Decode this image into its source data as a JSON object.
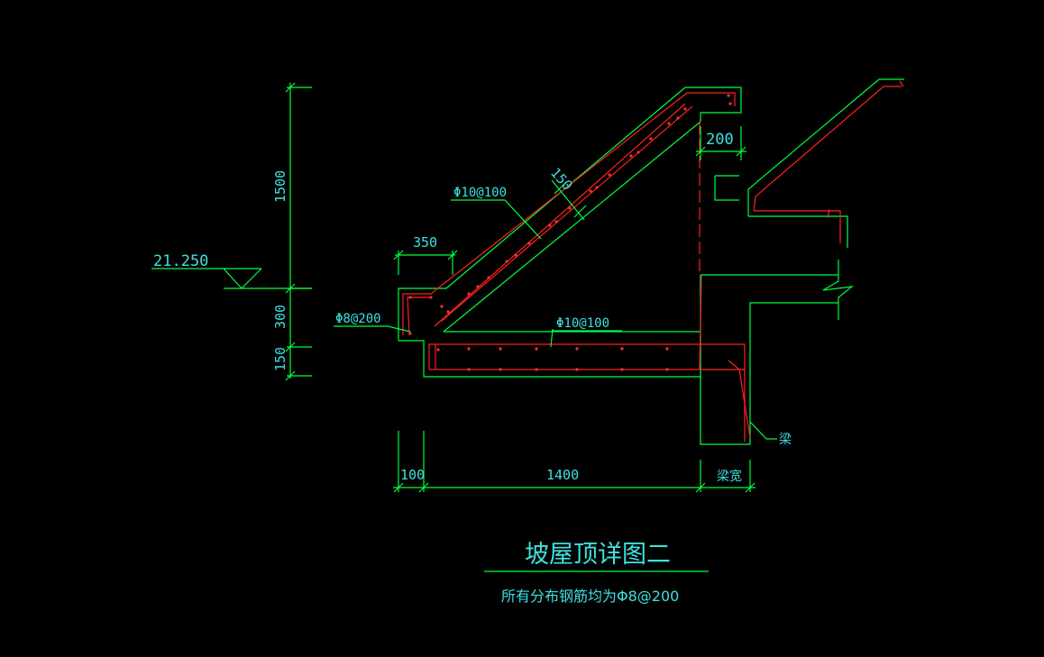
{
  "drawing": {
    "title": "坡屋顶详图二",
    "note": "所有分布钢筋均为Φ8@200",
    "elevation": "21.250",
    "dims": {
      "d1500": "1500",
      "d300": "300",
      "d150v": "150",
      "d350": "350",
      "d150s": "150",
      "d200": "200",
      "d100": "100",
      "d1400": "1400",
      "beam_width": "梁宽"
    },
    "rebar": {
      "slope": "Φ10@100",
      "bottom": "Φ10@100",
      "edge": "Φ8@200"
    },
    "beam_label": "梁"
  },
  "colors": {
    "background": "#000000",
    "concrete": "#00ff3c",
    "rebar": "#ff2020",
    "text": "#3fe0e0"
  }
}
